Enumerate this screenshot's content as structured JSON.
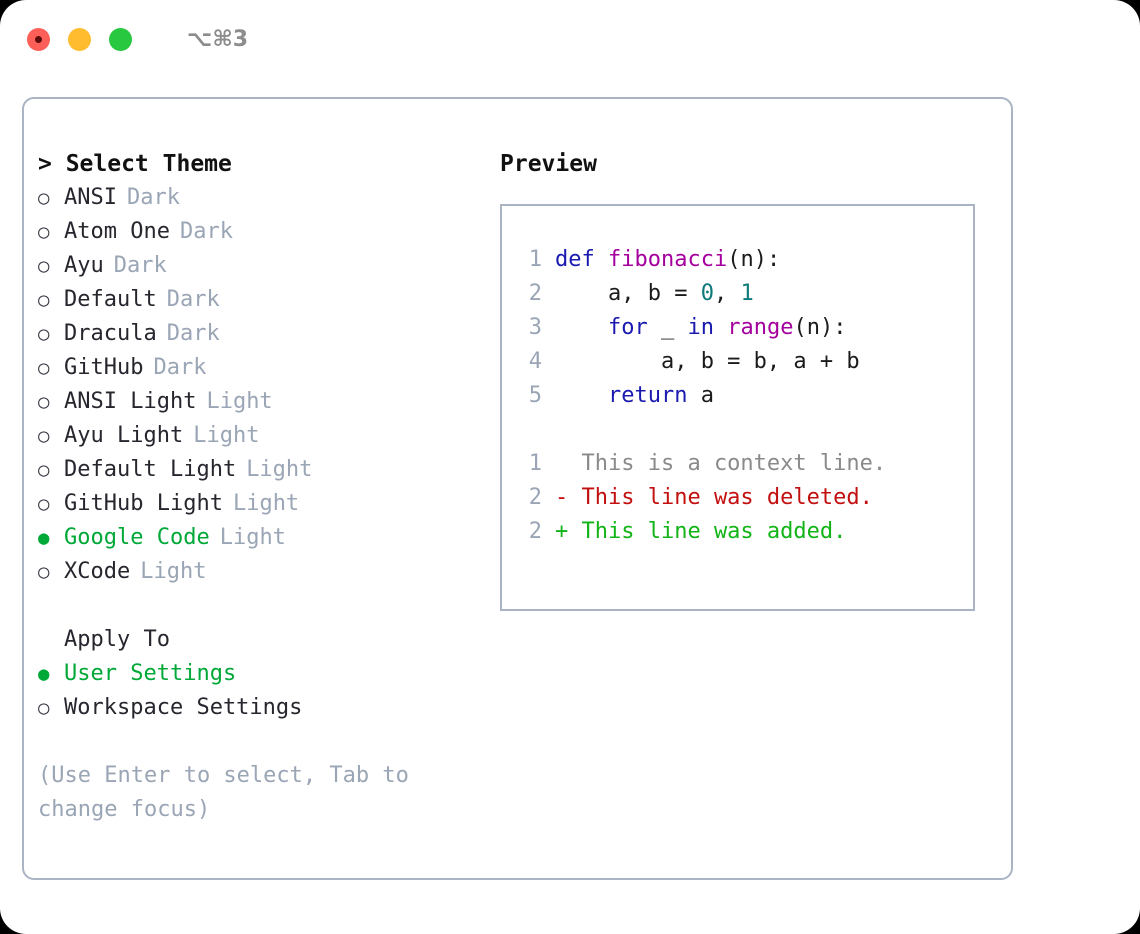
{
  "window": {
    "shortcut": "⌥⌘3",
    "traffic_lights": [
      "close-red",
      "minimize-amber",
      "maximize-green"
    ],
    "colors": {
      "accent_green": "#00a838",
      "panel_border": "#aab4c4",
      "muted_text": "#9aa5b5",
      "keyword_blue": "#1a1ab0",
      "function_purple": "#a4009e",
      "number_teal": "#0c7a7a",
      "diff_deleted_red": "#c1100f",
      "diff_added_green": "#12b417"
    }
  },
  "theme_panel": {
    "header": "> Select Theme",
    "options": [
      {
        "marker": "○",
        "name": "ANSI",
        "variant": "Dark",
        "selected": false
      },
      {
        "marker": "○",
        "name": "Atom One",
        "variant": "Dark",
        "selected": false
      },
      {
        "marker": "○",
        "name": "Ayu",
        "variant": "Dark",
        "selected": false
      },
      {
        "marker": "○",
        "name": "Default",
        "variant": "Dark",
        "selected": false
      },
      {
        "marker": "○",
        "name": "Dracula",
        "variant": "Dark",
        "selected": false
      },
      {
        "marker": "○",
        "name": "GitHub",
        "variant": "Dark",
        "selected": false
      },
      {
        "marker": "○",
        "name": "ANSI Light",
        "variant": "Light",
        "selected": false
      },
      {
        "marker": "○",
        "name": "Ayu Light",
        "variant": "Light",
        "selected": false
      },
      {
        "marker": "○",
        "name": "Default Light",
        "variant": "Light",
        "selected": false
      },
      {
        "marker": "○",
        "name": "GitHub Light",
        "variant": "Light",
        "selected": false
      },
      {
        "marker": "●",
        "name": "Google Code",
        "variant": "Light",
        "selected": true
      },
      {
        "marker": "○",
        "name": "XCode",
        "variant": "Light",
        "selected": false
      }
    ]
  },
  "apply_to": {
    "header": "Apply To",
    "options": [
      {
        "marker": "●",
        "name": "User Settings",
        "selected": true
      },
      {
        "marker": "○",
        "name": "Workspace Settings",
        "selected": false
      }
    ]
  },
  "hint": "(Use Enter to select, Tab to change focus)",
  "preview": {
    "title": "Preview",
    "code_lines": [
      {
        "no": "1",
        "tokens": [
          {
            "t": "def ",
            "c": "tok-kw"
          },
          {
            "t": "fibonacci",
            "c": "tok-fn"
          },
          {
            "t": "(n):",
            "c": "tok-pl"
          }
        ]
      },
      {
        "no": "2",
        "tokens": [
          {
            "t": "    a, b = ",
            "c": "tok-pl"
          },
          {
            "t": "0",
            "c": "tok-num"
          },
          {
            "t": ", ",
            "c": "tok-pl"
          },
          {
            "t": "1",
            "c": "tok-num"
          }
        ]
      },
      {
        "no": "3",
        "tokens": [
          {
            "t": "    ",
            "c": "tok-pl"
          },
          {
            "t": "for",
            "c": "tok-kw"
          },
          {
            "t": " _ ",
            "c": "tok-pl"
          },
          {
            "t": "in",
            "c": "tok-kw"
          },
          {
            "t": " ",
            "c": "tok-pl"
          },
          {
            "t": "range",
            "c": "tok-fn"
          },
          {
            "t": "(n):",
            "c": "tok-pl"
          }
        ]
      },
      {
        "no": "4",
        "tokens": [
          {
            "t": "        a, b = b, a + b",
            "c": "tok-pl"
          }
        ]
      },
      {
        "no": "5",
        "tokens": [
          {
            "t": "    ",
            "c": "tok-pl"
          },
          {
            "t": "return",
            "c": "tok-kw"
          },
          {
            "t": " a",
            "c": "tok-pl"
          }
        ]
      }
    ],
    "diff_lines": [
      {
        "no": "1",
        "text": "  This is a context line.",
        "cls": "diff-ctx"
      },
      {
        "no": "2",
        "text": "- This line was deleted.",
        "cls": "diff-del"
      },
      {
        "no": "2",
        "text": "+ This line was added.",
        "cls": "diff-add"
      }
    ]
  }
}
